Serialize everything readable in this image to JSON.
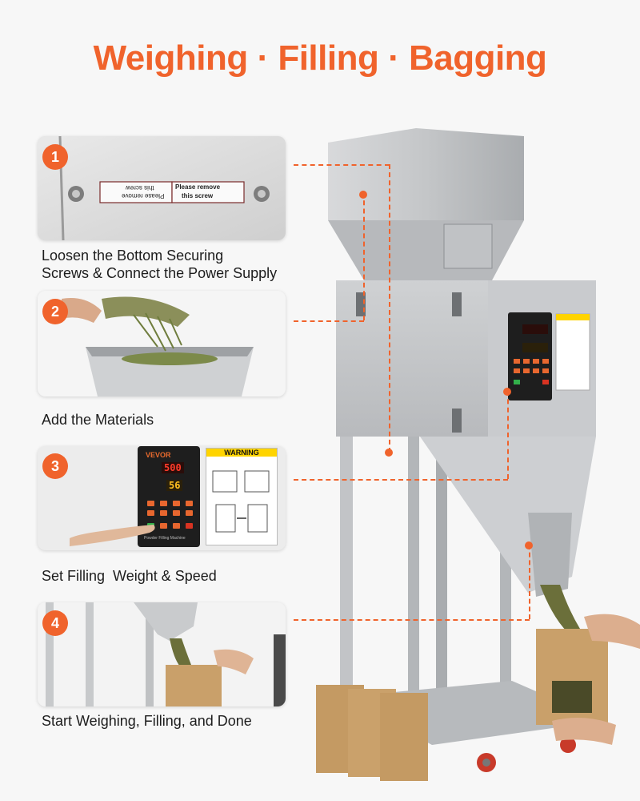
{
  "title": "Weighing · Filling · Bagging",
  "steps": [
    {
      "number": "1",
      "caption_line1": "Loosen the Bottom Securing",
      "caption_line2": "Screws & Connect the Power Supply"
    },
    {
      "number": "2",
      "caption": "Add the Materials"
    },
    {
      "number": "3",
      "caption": "Set Filling  Weight & Speed"
    },
    {
      "number": "4",
      "caption": "Start Weighing, Filling, and Done"
    }
  ],
  "label_sticker": {
    "left_text_line1": "this screw",
    "left_text_line2": "Please remove",
    "right_text_line1": "Please remove",
    "right_text_line2": "this screw"
  },
  "control_panel": {
    "brand": "VEVOR",
    "display_weight": "500",
    "display_speed": "56",
    "model_text": "Powder Filling Machine"
  },
  "warning_card": {
    "title": "WARNING"
  },
  "colors": {
    "accent": "#f0632c",
    "background": "#f7f7f7",
    "steel": "#c9cbcd",
    "kraft": "#c9a06a"
  }
}
